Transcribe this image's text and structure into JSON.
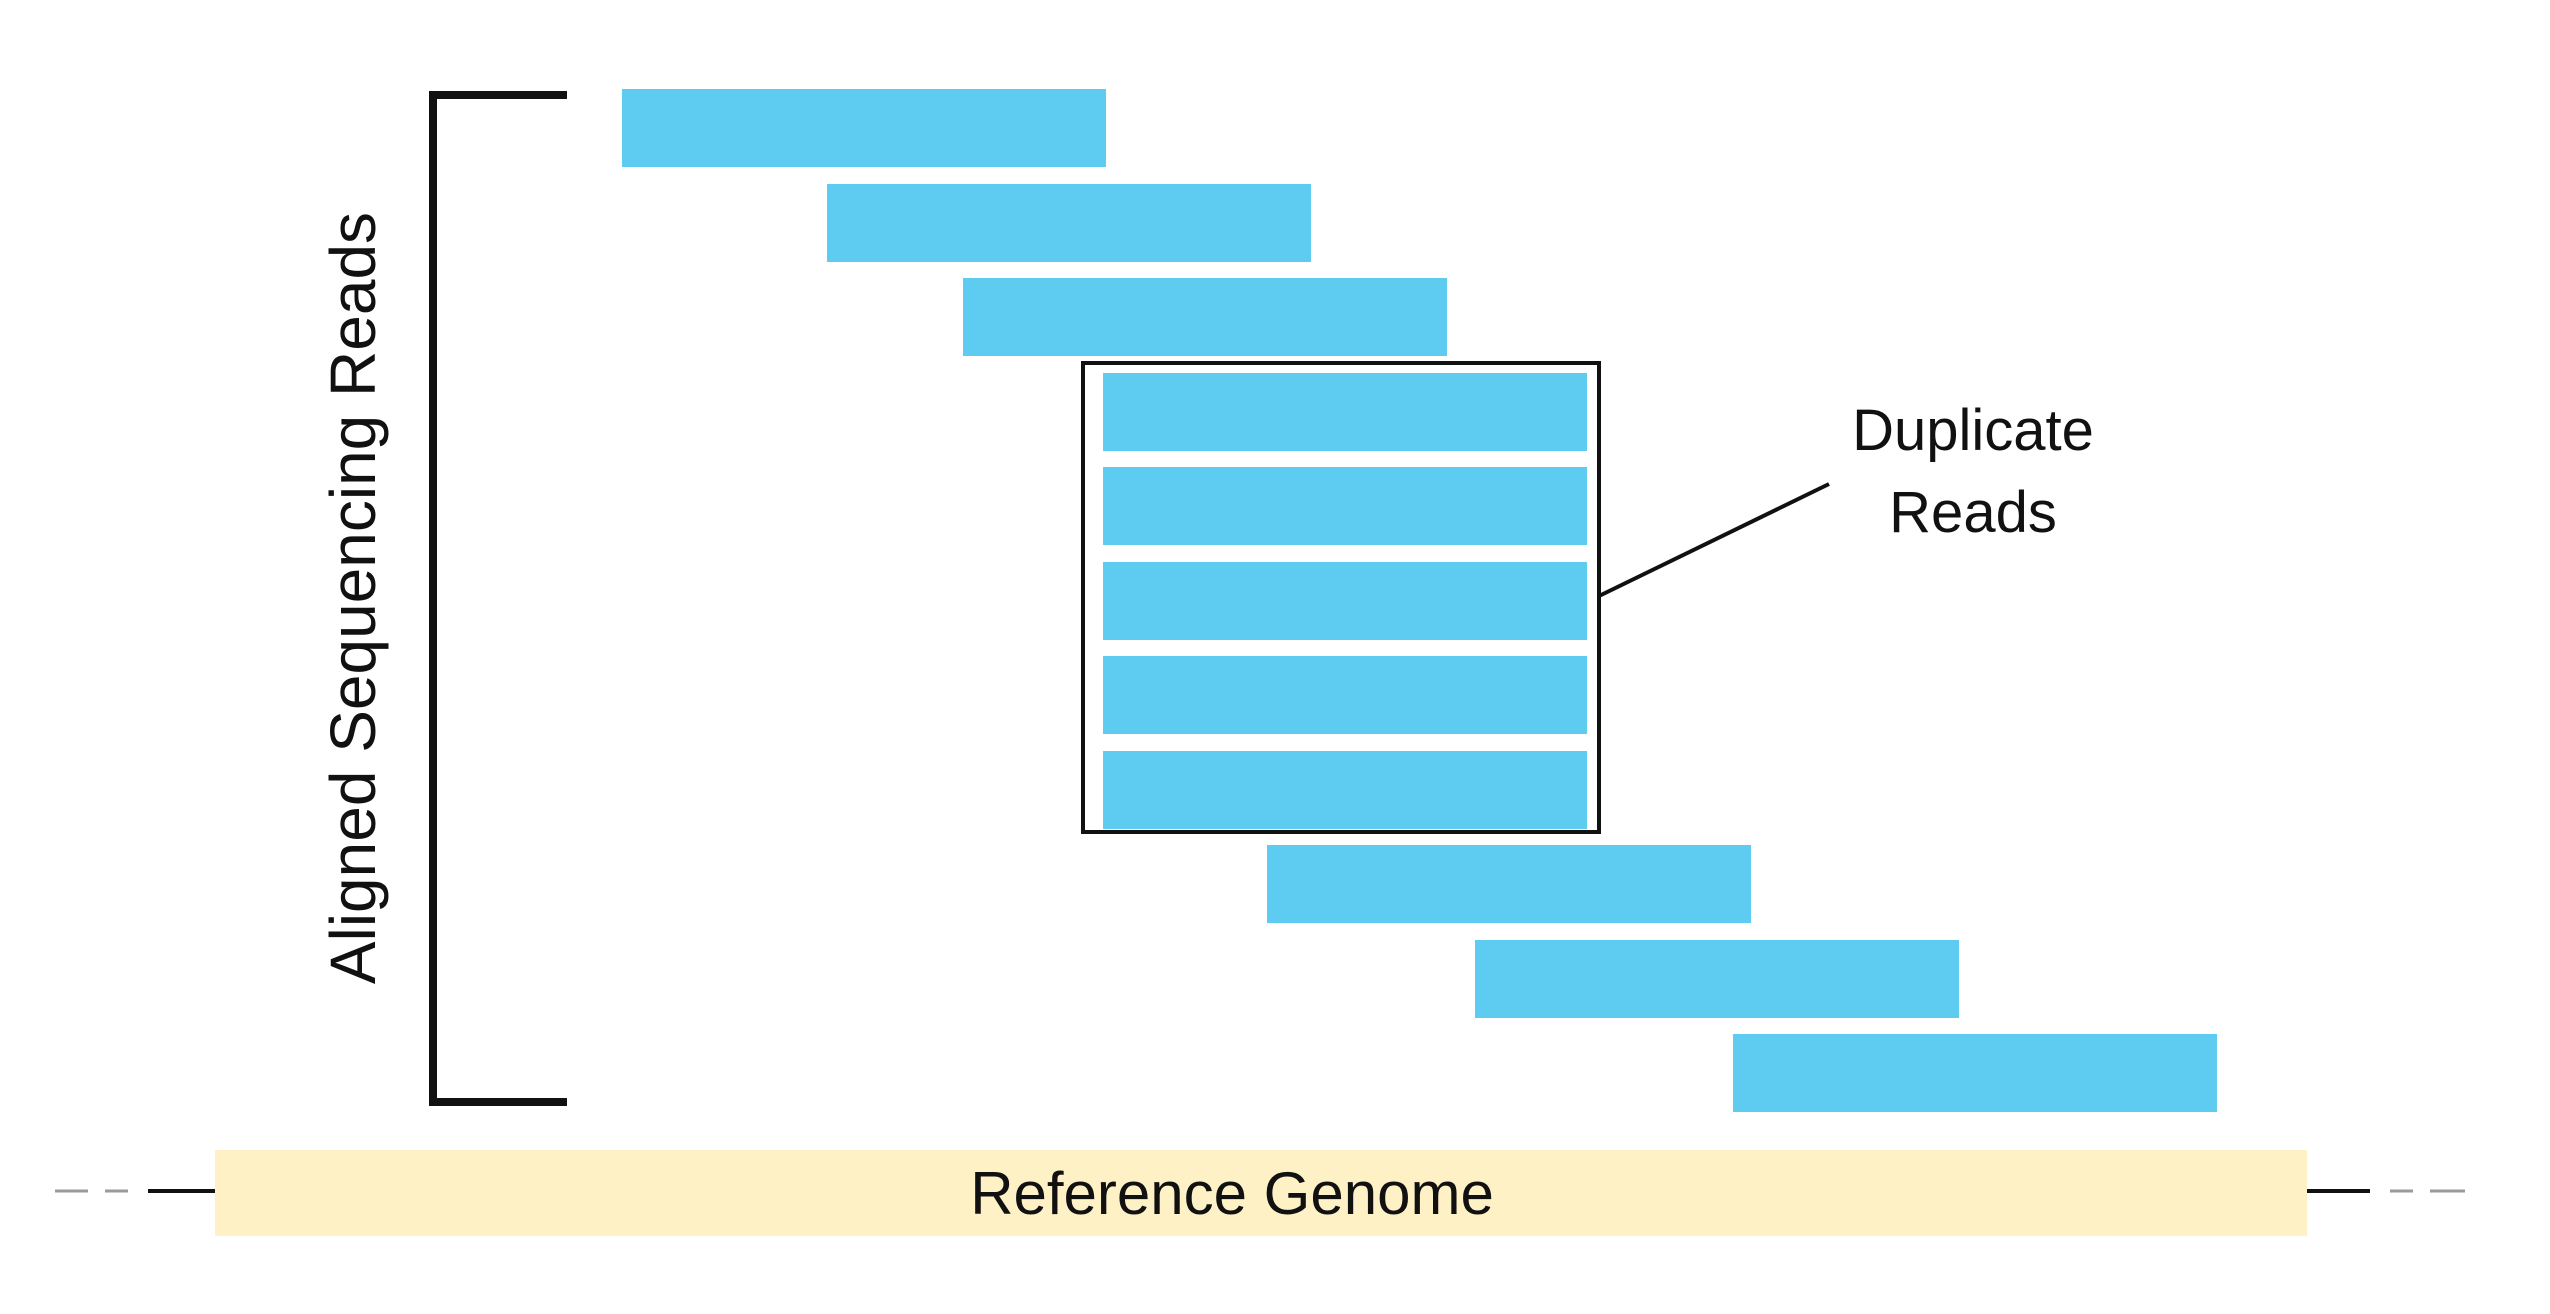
{
  "axis_label": "Aligned Sequencing Reads",
  "callout": {
    "line1": "Duplicate",
    "line2": "Reads"
  },
  "reference_label": "Reference Genome",
  "colors": {
    "read_fill": "#5ecbf1",
    "reference_fill": "#fff1c6",
    "outline": "#111111",
    "dash": "#9a9a9a"
  },
  "reads": [
    {
      "kind": "read"
    },
    {
      "kind": "read"
    },
    {
      "kind": "read"
    },
    {
      "kind": "duplicate"
    },
    {
      "kind": "duplicate"
    },
    {
      "kind": "duplicate"
    },
    {
      "kind": "duplicate"
    },
    {
      "kind": "duplicate"
    },
    {
      "kind": "read"
    },
    {
      "kind": "read"
    },
    {
      "kind": "read"
    }
  ]
}
